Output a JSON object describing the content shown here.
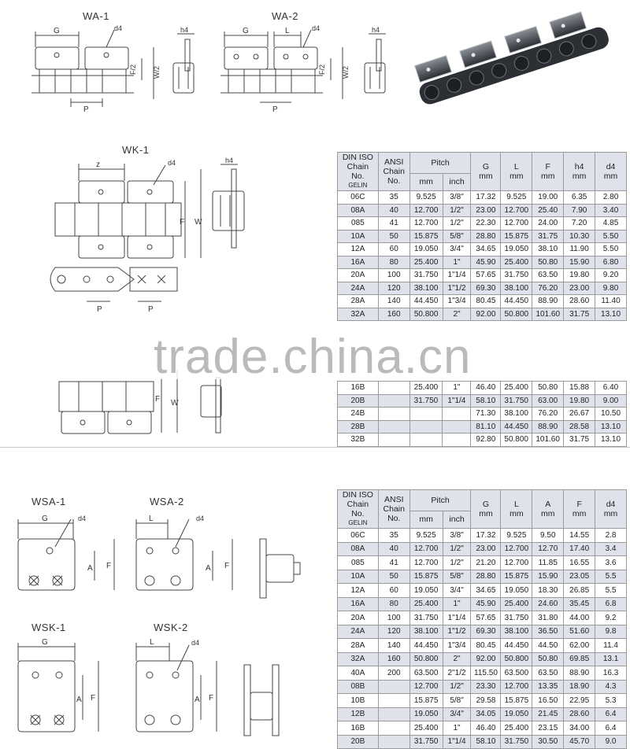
{
  "section1": {
    "labels": {
      "wa1": "WA-1",
      "wa2": "WA-2",
      "wk1": "WK-1"
    },
    "dims": {
      "g": "G",
      "l": "L",
      "z": "z",
      "d4": "d4",
      "h4": "h4",
      "f2": "F/2",
      "w2": "W/2",
      "f": "F",
      "w": "W",
      "p": "P"
    }
  },
  "table1": {
    "headers": {
      "din": [
        "DIN ISO",
        "Chain",
        "No.",
        "GELIN"
      ],
      "ansi": [
        "ANSI",
        "Chain",
        "No."
      ],
      "pitch": "Pitch",
      "mm": "mm",
      "inch": "inch",
      "g": "G",
      "l": "L",
      "f": "F",
      "h4": "h4",
      "d4": "d4",
      "unit": "mm"
    },
    "rows": [
      [
        "06C",
        "35",
        "9.525",
        "3/8\"",
        "17.32",
        "9.525",
        "19.00",
        "6.35",
        "2.80"
      ],
      [
        "08A",
        "40",
        "12.700",
        "1/2\"",
        "23.00",
        "12.700",
        "25.40",
        "7.90",
        "3.40"
      ],
      [
        "085",
        "41",
        "12.700",
        "1/2\"",
        "22.30",
        "12.700",
        "24.00",
        "7.20",
        "4.85"
      ],
      [
        "10A",
        "50",
        "15.875",
        "5/8\"",
        "28.80",
        "15.875",
        "31.75",
        "10.30",
        "5.50"
      ],
      [
        "12A",
        "60",
        "19.050",
        "3/4\"",
        "34.65",
        "19.050",
        "38.10",
        "11.90",
        "5.50"
      ],
      [
        "16A",
        "80",
        "25.400",
        "1\"",
        "45.90",
        "25.400",
        "50.80",
        "15.90",
        "6.80"
      ],
      [
        "20A",
        "100",
        "31.750",
        "1\"1/4",
        "57.65",
        "31.750",
        "63.50",
        "19.80",
        "9.20"
      ],
      [
        "24A",
        "120",
        "38.100",
        "1\"1/2",
        "69.30",
        "38.100",
        "76.20",
        "23.00",
        "9.80"
      ],
      [
        "28A",
        "140",
        "44.450",
        "1\"3/4",
        "80.45",
        "44.450",
        "88.90",
        "28.60",
        "11.40"
      ],
      [
        "32A",
        "160",
        "50.800",
        "2\"",
        "92.00",
        "50.800",
        "101.60",
        "31.75",
        "13.10"
      ]
    ],
    "rows_b": [
      [
        "16B",
        "",
        "25.400",
        "1\"",
        "46.40",
        "25.400",
        "50.80",
        "15.88",
        "6.40"
      ],
      [
        "20B",
        "",
        "31.750",
        "1\"1/4",
        "58.10",
        "31.750",
        "63.00",
        "19.80",
        "9.00"
      ],
      [
        "24B",
        "",
        "",
        "",
        "71.30",
        "38.100",
        "76.20",
        "26.67",
        "10.50"
      ],
      [
        "28B",
        "",
        "",
        "",
        "81.10",
        "44.450",
        "88.90",
        "28.58",
        "13.10"
      ],
      [
        "32B",
        "",
        "",
        "",
        "92.80",
        "50.800",
        "101.60",
        "31.75",
        "13.10"
      ]
    ]
  },
  "watermark": "trade.china.cn",
  "section2": {
    "labels": {
      "wsa1": "WSA-1",
      "wsa2": "WSA-2",
      "wsk1": "WSK-1",
      "wsk2": "WSK-2"
    }
  },
  "table2": {
    "headers": {
      "din": [
        "DIN ISO",
        "Chain",
        "No.",
        "GELIN"
      ],
      "ansi": [
        "ANSI",
        "Chain",
        "No."
      ],
      "pitch": "Pitch",
      "mm": "mm",
      "inch": "inch",
      "g": "G",
      "l": "L",
      "a": "A",
      "f": "F",
      "d4": "d4",
      "unit": "mm"
    },
    "rows": [
      [
        "06C",
        "35",
        "9.525",
        "3/8\"",
        "17.32",
        "9.525",
        "9.50",
        "14.55",
        "2.8"
      ],
      [
        "08A",
        "40",
        "12.700",
        "1/2\"",
        "23.00",
        "12.700",
        "12.70",
        "17.40",
        "3.4"
      ],
      [
        "085",
        "41",
        "12.700",
        "1/2\"",
        "21.20",
        "12.700",
        "11.85",
        "16.55",
        "3.6"
      ],
      [
        "10A",
        "50",
        "15.875",
        "5/8\"",
        "28.80",
        "15.875",
        "15.90",
        "23.05",
        "5.5"
      ],
      [
        "12A",
        "60",
        "19.050",
        "3/4\"",
        "34.65",
        "19.050",
        "18.30",
        "26.85",
        "5.5"
      ],
      [
        "16A",
        "80",
        "25.400",
        "1\"",
        "45.90",
        "25.400",
        "24.60",
        "35.45",
        "6.8"
      ],
      [
        "20A",
        "100",
        "31.750",
        "1\"1/4",
        "57.65",
        "31.750",
        "31.80",
        "44.00",
        "9.2"
      ],
      [
        "24A",
        "120",
        "38.100",
        "1\"1/2",
        "69.30",
        "38.100",
        "36.50",
        "51.60",
        "9.8"
      ],
      [
        "28A",
        "140",
        "44.450",
        "1\"3/4",
        "80.45",
        "44.450",
        "44.50",
        "62.00",
        "11.4"
      ],
      [
        "32A",
        "160",
        "50.800",
        "2\"",
        "92.00",
        "50.800",
        "50.80",
        "69.85",
        "13.1"
      ],
      [
        "40A",
        "200",
        "63.500",
        "2\"1/2",
        "115.50",
        "63.500",
        "63.50",
        "88.90",
        "16.3"
      ],
      [
        "08B",
        "",
        "12.700",
        "1/2\"",
        "23.30",
        "12.700",
        "13.35",
        "18.90",
        "4.3"
      ],
      [
        "10B",
        "",
        "15.875",
        "5/8\"",
        "29.58",
        "15.875",
        "16.50",
        "22.95",
        "5.3"
      ],
      [
        "12B",
        "",
        "19.050",
        "3/4\"",
        "34.05",
        "19.050",
        "21.45",
        "28.60",
        "6.4"
      ],
      [
        "16B",
        "",
        "25.400",
        "1\"",
        "46.40",
        "25.400",
        "23.15",
        "34.00",
        "6.4"
      ],
      [
        "20B",
        "",
        "31.750",
        "1\"1/4",
        "58.10",
        "31.750",
        "30.50",
        "45.70",
        "9.0"
      ]
    ]
  }
}
